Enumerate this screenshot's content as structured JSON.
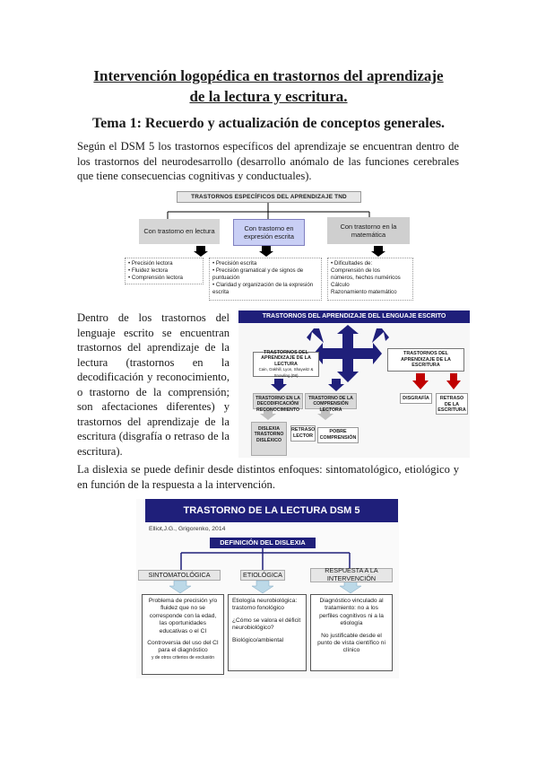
{
  "title_line1": "Intervención logopédica en trastornos del aprendizaje",
  "title_line2": "de la lectura y escritura.",
  "subtitle": "Tema 1: Recuerdo y actualización de conceptos generales.",
  "para1": "Según el DSM 5 los trastornos específicos del aprendizaje se encuentran dentro de los trastornos del neurodesarrollo (desarrollo anómalo de las funciones cerebrales que tiene consecuencias cognitivas y conductuales).",
  "diagram1": {
    "header": "TRASTORNOS ESPECÍFICOS DEL APRENDIZAJE TND",
    "boxes": [
      "Con trastorno en lectura",
      "Con trastorno en expresión escrita",
      "Con trastorno en la matemática"
    ],
    "list_reading": [
      "• Precisión lectora",
      "• Fluidez lectora",
      "• Comprensión lectora"
    ],
    "list_writing": [
      "• Precisión escrita",
      "• Precisión gramatical y de signos de puntuación",
      "• Claridad y organización de la expresión escrita"
    ],
    "list_math": [
      "• Dificultades de:",
      "  Comprensión de los",
      "  números, hechos numéricos",
      "  Cálculo",
      "  Razonamiento matemático"
    ]
  },
  "para2": "Dentro de los trastornos del lenguaje escrito se encuentran trastornos del aprendizaje de la lectura (trastornos en la decodificación y reconocimiento, o trastorno de la comprensión; son afectaciones diferentes) y trastornos del aprendizaje de la escritura (disgrafía o retraso de la escritura).",
  "diagram2": {
    "header": "TRASTORNOS DEL APRENDIZAJE DEL LENGUAJE ESCRITO",
    "left_box": "TRASTORNOS DEL APRENDIZAJE DE LA LECTURA",
    "left_box_sub": "Cain, Oakhill, Lyon, Shaywitz & Snowling (08)",
    "right_box": "TRASTORNOS DEL APRENDIZAJE DE LA ESCRITURA",
    "decod": "TRASTORNO EN LA DECODIFICACIÓN/ RECONOCIMIENTO",
    "comp": "TRASTORNO DE LA COMPRENSIÓN LECTORA",
    "dislexia": "DISLEXIA TRASTORNO DISLÉXICO",
    "retraso_lector": "RETRASO LECTOR",
    "pobre": "POBRE COMPRENSIÓN",
    "disgrafia": "DISGRAFÍA",
    "retraso_escritura": "RETRASO DE LA ESCRITURA"
  },
  "para3": "La dislexia se puede definir desde distintos enfoques: sintomatológico, etiológico y en función de la respuesta a la intervención.",
  "diagram3": {
    "header": "TRASTORNO DE LA LECTURA DSM 5",
    "citation": "Elliot,J.G., Grigorenko, 2014",
    "definition": "DEFINICIÓN DEL DISLEXIA",
    "cat1": "SINTOMATOLÓGICA",
    "cat2": "ETIOLÓGICA",
    "cat3": "RESPUESTA A LA INTERVENCIÓN",
    "col1_p1": "Problema de precisión y/o fluidez que no se corresponde con la edad, las oportunidades educativas o  el CI",
    "col1_p2": "Controversia del uso del CI para el diagnóstico",
    "col1_p2_small": "y de otros criterios de exclusión",
    "col2_p1": "Etiología neurobiológica: trastorno fonológico",
    "col2_p2": "¿Cómo se valora el déficit neurobiológico?",
    "col2_p3": "Biológico/ambiental",
    "col3_p1": "Diagnóstico vinculado al tratamiento: no a los perfiles cognitivos ni a la etiología",
    "col3_p2": "No justificable desde el punto de vista científico ni clínico"
  }
}
